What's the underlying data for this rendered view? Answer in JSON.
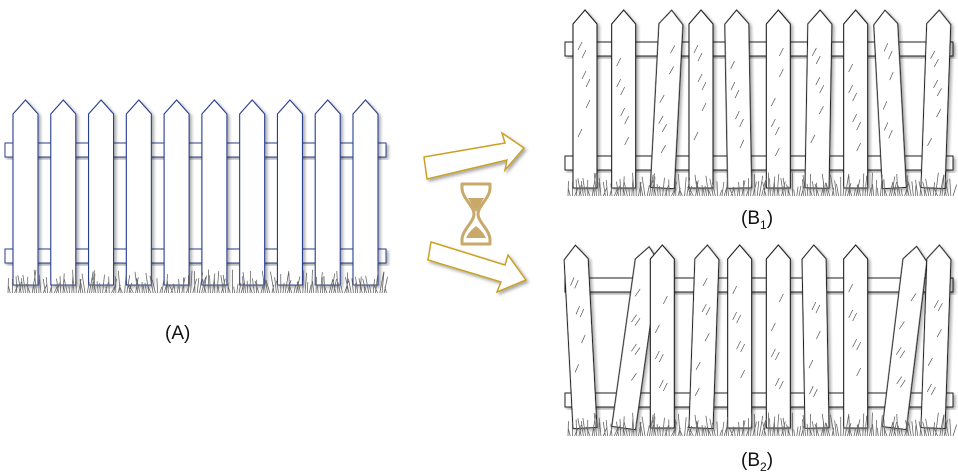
{
  "labels": {
    "a": "(A)",
    "b1_prefix": "(B",
    "b1_sub": "1",
    "b1_suffix": ")",
    "b2_prefix": "(B",
    "b2_sub": "2",
    "b2_suffix": ")"
  },
  "colors": {
    "new_fence_stroke": "#2a3f8f",
    "old_fence_stroke": "#222222",
    "arrow_stroke": "#c9a227",
    "hourglass": "#c8a96a"
  }
}
